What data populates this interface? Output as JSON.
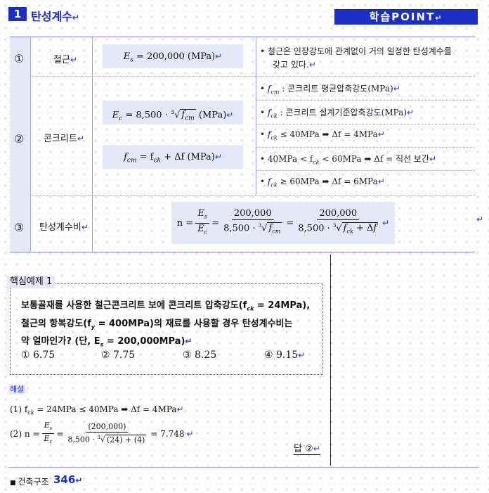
{
  "header": {
    "section_number": "1",
    "section_title": "탄성계수",
    "point_banner": "학습POINT"
  },
  "table": {
    "rows": [
      {
        "num": "①",
        "label": "철근"
      },
      {
        "num": "②",
        "label": "콘크리트"
      },
      {
        "num": "③",
        "label": "탄성계수비"
      }
    ],
    "steel_formula": "= 200,000  (MPa)",
    "steel_note_line1": "철근은 인장강도에 관계없이 거의 일정한 탄성계수를",
    "steel_note_line2": "갖고 있다.",
    "concrete_formula_1_left": "= 8,500 ·",
    "concrete_formula_1_right": "(MPa)",
    "concrete_formula_2": "= f",
    "concrete_formula_2_rest": "+ Δf  (MPa)",
    "notes": [
      ": 콘크리트 평균압축강도(MPa)",
      ": 콘크리트 설계기준압축강도(MPa)",
      "≤  40MPa ➡ Δf = 4MPa",
      "40MPa  <  f",
      "<  60MPa ➡ Δf = 직선 보간",
      "≥  60MPa ➡ Δf = 6MPa"
    ],
    "ratio_n": "n =",
    "ratio_num1": "200,000",
    "ratio_den1": "8,500 ·",
    "ratio_num2": "200,000",
    "ratio_den2": "8,500 ·"
  },
  "example": {
    "label": "핵심예제 1",
    "question_line1": "보통골재를 사용한 철근콘크리트 보에 콘크리트 압축강도(f",
    "question_line1_end": " = 24MPa),",
    "question_line2": "철근의 항복강도(f",
    "question_line2_end": " = 400MPa)의 재료를 사용할 경우 탄성계수비는",
    "question_line3": "약 얼마인가? (단, E",
    "question_line3_end": " = 200,000MPa)",
    "options": [
      "① 6.75",
      "② 7.75",
      "③ 8.25",
      "④ 9.15"
    ]
  },
  "solution": {
    "label": "해설",
    "line1": "(1) f",
    "line1_rest": " = 24MPa  ≤  40MPa ➡ Δf = 4MPa",
    "line2": "(2) n =",
    "line2_num": "(200,000)",
    "line2_den": "8,500 ·",
    "line2_den_root": "(24) + (4)",
    "line2_result": "= 7.748",
    "answer": "답 ②"
  },
  "footer": {
    "section": "건축구조",
    "page": "346"
  }
}
